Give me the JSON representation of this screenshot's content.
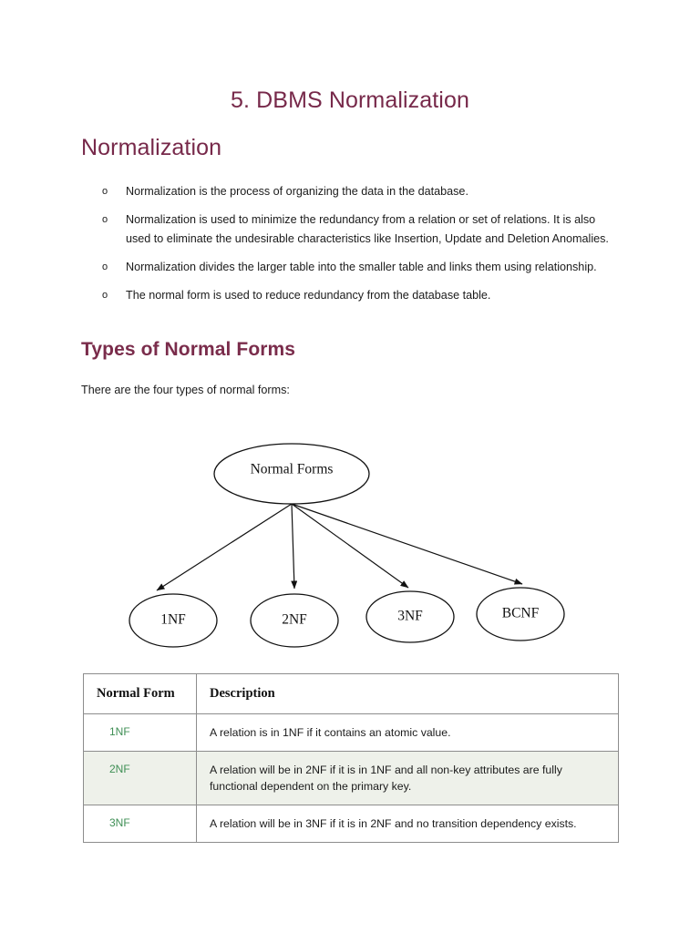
{
  "document": {
    "title": "5. DBMS Normalization",
    "section_heading": "Normalization",
    "subsection_heading": "Types of Normal Forms",
    "intro_paragraph": "There are the four types of normal forms:"
  },
  "bullets": {
    "marker": "o",
    "items": [
      "Normalization is the process of organizing the data in the database.",
      "Normalization is used to minimize the redundancy from a relation or set of relations. It is also used to eliminate the undesirable characteristics like Insertion, Update and Deletion Anomalies.",
      "Normalization divides the larger table into the smaller table and links them using relationship.",
      "The normal form is used to reduce redundancy from the database table."
    ]
  },
  "diagram": {
    "root_label": "Normal Forms",
    "children": [
      {
        "label": "1NF"
      },
      {
        "label": "2NF"
      },
      {
        "label": "3NF"
      },
      {
        "label": "BCNF"
      }
    ]
  },
  "table": {
    "headers": [
      "Normal Form",
      "Description"
    ],
    "rows": [
      {
        "form": "1NF",
        "description": "A relation is in 1NF if it contains an atomic value.",
        "shaded": false
      },
      {
        "form": "2NF",
        "description": "A relation will be in 2NF if it is in 1NF and all non-key attributes are fully functional dependent on the primary key.",
        "shaded": true
      },
      {
        "form": "3NF",
        "description": "A relation will be in 3NF if it is in 2NF and no transition dependency exists.",
        "shaded": false
      }
    ]
  },
  "colors": {
    "heading": "#77294a",
    "table_form_text": "#3f8f55",
    "table_shaded_row": "#eef1ea",
    "table_border": "#8d8d8d",
    "body_text": "#1b1b1b"
  }
}
